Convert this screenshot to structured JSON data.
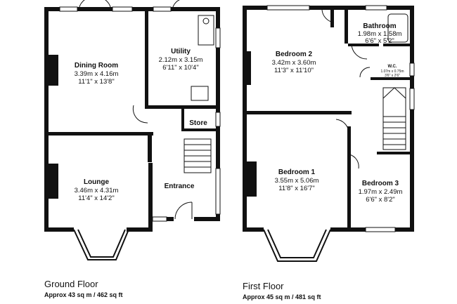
{
  "ground_floor": {
    "title": "Ground Floor",
    "area": "Approx 43 sq m / 462 sq ft",
    "rooms": {
      "dining": {
        "name": "Dining Room",
        "dim_m": "3.39m x 4.16m",
        "dim_ft": "11'1\" x 13'8\""
      },
      "utility": {
        "name": "Utility",
        "dim_m": "2.12m x 3.15m",
        "dim_ft": "6'11\" x 10'4\""
      },
      "store": {
        "name": "Store"
      },
      "lounge": {
        "name": "Lounge",
        "dim_m": "3.46m x 4.31m",
        "dim_ft": "11'4\" x 14'2\""
      },
      "entrance": {
        "name": "Entrance"
      }
    }
  },
  "first_floor": {
    "title": "First Floor",
    "area": "Approx 45 sq m / 481 sq ft",
    "rooms": {
      "bedroom2": {
        "name": "Bedroom 2",
        "dim_m": "3.42m x 3.60m",
        "dim_ft": "11'3\" x 11'10\""
      },
      "bathroom": {
        "name": "Bathroom",
        "dim_m": "1.98m x 1.58m",
        "dim_ft": "6'6\" x 5'2\""
      },
      "wc": {
        "name": "W.C.",
        "dim_m": "1.07m x 0.75m",
        "dim_ft": "3'6\" x 2'6\""
      },
      "bedroom1": {
        "name": "Bedroom 1",
        "dim_m": "3.55m x 5.06m",
        "dim_ft": "11'8\" x 16'7\""
      },
      "bedroom3": {
        "name": "Bedroom 3",
        "dim_m": "1.97m x 2.49m",
        "dim_ft": "6'6\" x 8'2\""
      }
    }
  }
}
